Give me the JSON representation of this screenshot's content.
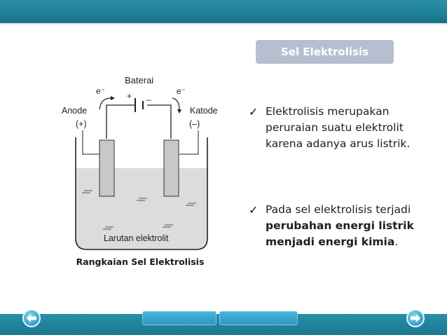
{
  "slide": {
    "title": "Sel Elektrolisis",
    "bullets": [
      {
        "plain": "Elektrolisis merupakan peruraian suatu elektrolit karena adanya arus listrik."
      },
      {
        "plain_before": "Pada sel elektrolisis terjadi ",
        "bold": "perubahan energi listrik menjadi energi kimia",
        "plain_after": "."
      }
    ],
    "check_glyph": "✓"
  },
  "diagram": {
    "battery_label": "Baterai",
    "electron_left": "e⁻",
    "electron_right": "e⁻",
    "plus_sign": "+",
    "minus_sign": "–",
    "anode_label": "Anode",
    "anode_sign": "(+)",
    "cathode_label": "Katode",
    "cathode_sign": "(–)",
    "solution_label": "Larutan elektrolit",
    "caption": "Rangkaian Sel Elektrolisis"
  },
  "colors": {
    "header": "#1f7f98",
    "badge": "#b6bfcf",
    "solution": "#dcdcdc",
    "electrode": "#c8c8c8",
    "nav_button": "#3ca7d3"
  },
  "icons": {
    "prev": "arrow-left-icon",
    "next": "arrow-right-icon",
    "check": "checkmark-icon"
  }
}
